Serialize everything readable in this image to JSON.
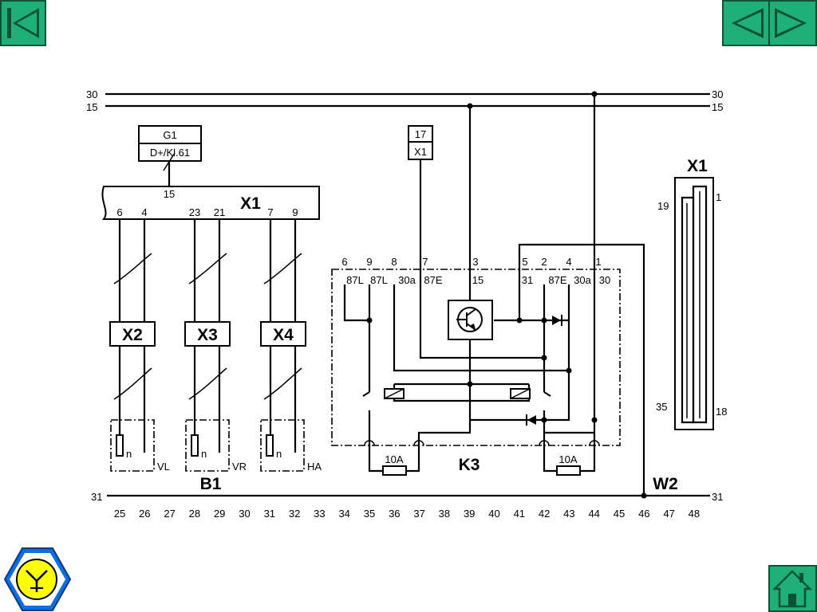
{
  "navigation": {
    "first_icon": "skip-to-first-icon",
    "prev_icon": "arrow-left-icon",
    "next_icon": "arrow-right-icon",
    "menu_icon": "sensor-symbol-icon",
    "home_icon": "home-icon",
    "accent_color": "#1fb07a"
  },
  "diagram": {
    "rails": {
      "top1": "30",
      "top2": "15",
      "ground": "31"
    },
    "g1": {
      "name": "G1",
      "terminal": "D+/Kl.61"
    },
    "x1_block": {
      "name": "X1",
      "pin_top": "15",
      "pins": [
        "6",
        "4",
        "23",
        "21",
        "7",
        "9"
      ]
    },
    "small_box": {
      "top": "17",
      "bottom": "X1"
    },
    "connectors": [
      "X2",
      "X3",
      "X4"
    ],
    "sensors": {
      "labels": [
        "VL",
        "VR",
        "HA"
      ],
      "symbol": "n",
      "group": "B1"
    },
    "k3": {
      "name": "K3",
      "pin_numbers": [
        "6",
        "9",
        "8",
        "7",
        "3",
        "5",
        "2",
        "4",
        "1"
      ],
      "pin_functions": [
        "87L",
        "87L",
        "30a",
        "87E",
        "15",
        "31",
        "87E",
        "30a",
        "30"
      ],
      "fuses": [
        "10A",
        "10A"
      ]
    },
    "x1_connector": {
      "name": "X1",
      "pin_tl": "19",
      "pin_tr": "1",
      "pin_bl": "35",
      "pin_br": "18"
    },
    "ground_label": "W2",
    "path_numbers": [
      "25",
      "26",
      "27",
      "28",
      "29",
      "30",
      "31",
      "32",
      "33",
      "34",
      "35",
      "36",
      "37",
      "38",
      "39",
      "40",
      "41",
      "42",
      "43",
      "44",
      "45",
      "46",
      "47",
      "48"
    ]
  }
}
